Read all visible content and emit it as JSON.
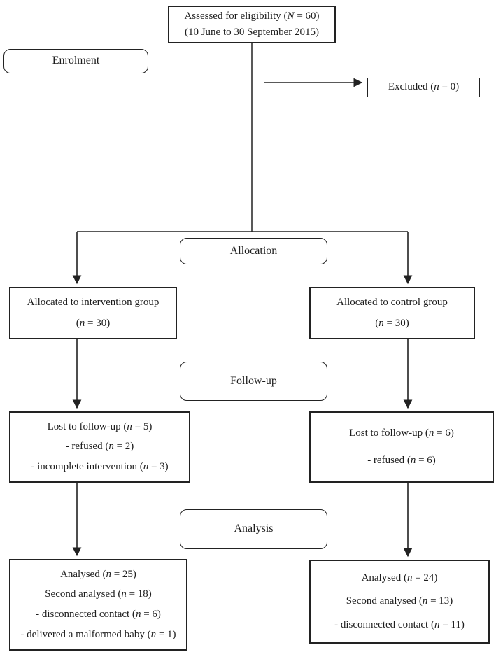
{
  "diagram": {
    "kind": "consort-trial-flow",
    "colors": {
      "background": "#ffffff",
      "line": "#222222",
      "text": "#1d1d1d"
    },
    "eligibility": {
      "line1": "Assessed for eligibility (N = 60)",
      "line2": "(10 June to 30 September 2015)"
    },
    "excluded": {
      "line1": "Excluded (n = 0)"
    },
    "stages": {
      "enrolment": "Enrolment",
      "allocation": "Allocation",
      "follow_up": "Follow-up",
      "analysis": "Analysis"
    },
    "intervention_arm": {
      "allocated": {
        "line1": "Allocated to intervention group",
        "line2": "(n = 30)"
      },
      "follow_up": {
        "line1": "Lost to follow-up (n = 5)",
        "line2": "- refused (n = 2)",
        "line3": "- incomplete intervention (n = 3)"
      },
      "analysis": {
        "line1": "Analysed (n = 25)",
        "line2": "Second analysed (n = 18)",
        "line3": "- disconnected contact (n = 6)",
        "line4": "- delivered a malformed baby (n = 1)"
      }
    },
    "control_arm": {
      "allocated": {
        "line1": "Allocated to control group",
        "line2": "(n = 30)"
      },
      "follow_up": {
        "line1": "Lost to follow-up (n = 6)",
        "line2": "- refused (n = 6)"
      },
      "analysis": {
        "line1": "Analysed (n = 24)",
        "line2": "Second analysed (n = 13)",
        "line3": "- disconnected contact (n = 11)"
      }
    }
  }
}
